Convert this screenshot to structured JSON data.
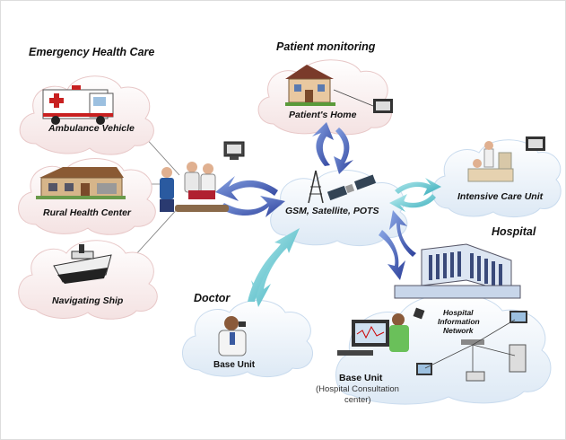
{
  "sections": {
    "emergency": "Emergency Health Care",
    "patient_monitoring": "Patient monitoring",
    "hospital": "Hospital",
    "doctor": "Doctor"
  },
  "nodes": {
    "ambulance": "Ambulance Vehicle",
    "rural": "Rural Health Center",
    "ship": "Navigating Ship",
    "home": "Patient's Home",
    "icu": "Intensive Care Unit",
    "network": "GSM, Satellite, POTS",
    "doctor_base": "Base Unit",
    "hospital_base": "Base Unit",
    "hospital_base_sub1": "(Hospital Consultation",
    "hospital_base_sub2": "center)",
    "his1": "Hospital",
    "his2": "Information",
    "his3": "Network"
  }
}
